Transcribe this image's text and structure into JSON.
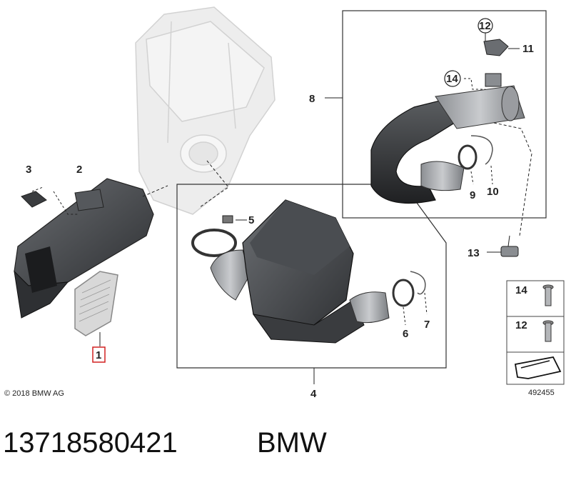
{
  "callouts": {
    "c1": "1",
    "c2": "2",
    "c3": "3",
    "c4": "4",
    "c5": "5",
    "c6": "6",
    "c7": "7",
    "c8": "8",
    "c9": "9",
    "c10": "10",
    "c11": "11",
    "c12": "12",
    "c13": "13",
    "c14": "14"
  },
  "legend": {
    "row1": "14",
    "row2": "12"
  },
  "copyright": "© 2018 BMW AG",
  "diagram_id": "492455",
  "part_number": "13718580421",
  "brand": "BMW",
  "colors": {
    "highlight": "#d22020",
    "line": "#222222"
  }
}
